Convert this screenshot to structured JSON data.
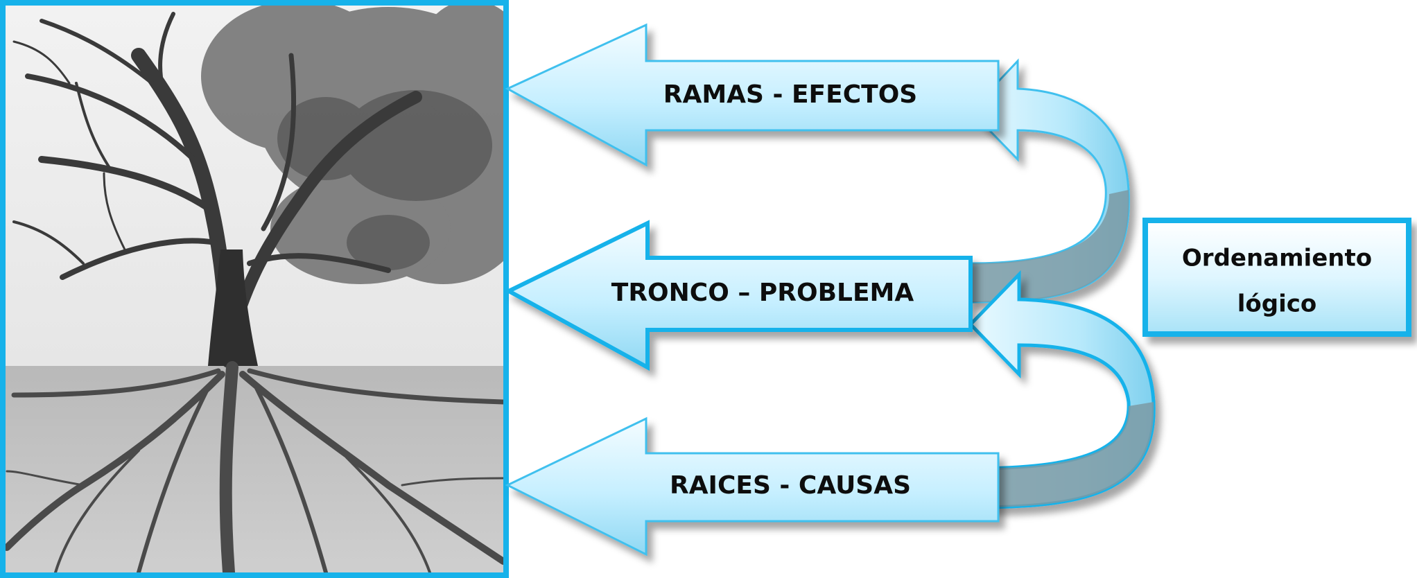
{
  "diagram": {
    "arrows": [
      {
        "id": "ramas",
        "label": "RAMAS - EFECTOS"
      },
      {
        "id": "tronco",
        "label": "TRONCO – PROBLEMA"
      },
      {
        "id": "raices",
        "label": "RAICES - CAUSAS"
      }
    ],
    "box": {
      "line1": "Ordenamiento",
      "line2": "lógico"
    },
    "colors": {
      "frame": "#17b2ea",
      "arrow_light": "#eafaff",
      "arrow_mid": "#bfeeff",
      "arrow_dark": "#86d7f2",
      "arrow_stroke": "#3fc0ee",
      "curve_shadow": "#7b9aa4"
    }
  }
}
